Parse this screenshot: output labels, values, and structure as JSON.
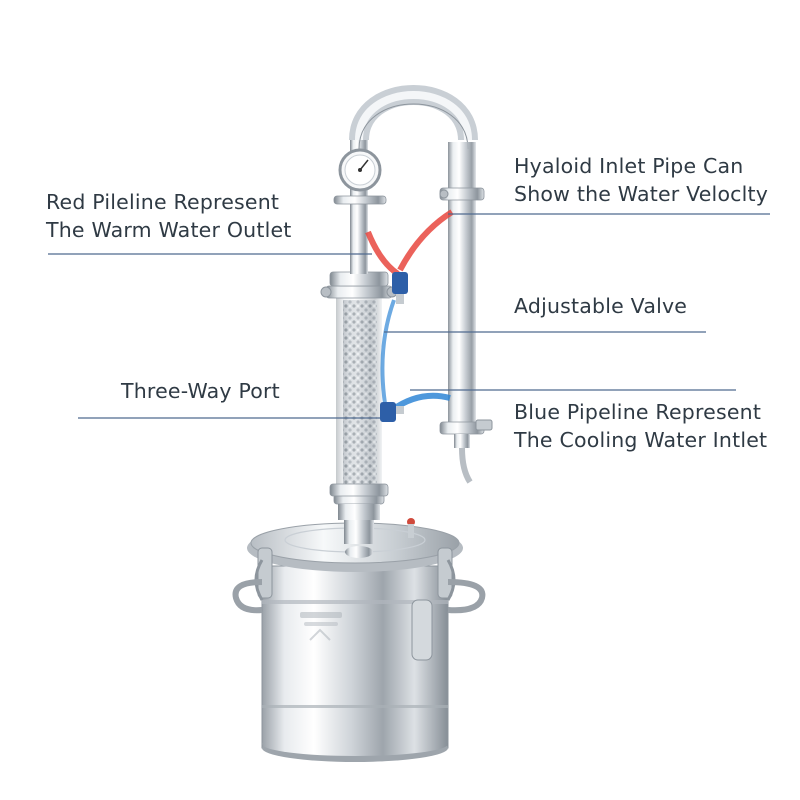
{
  "labels": {
    "red_pipeline": {
      "line1": "Red Pileline Represent",
      "line2": "The Warm Water Outlet"
    },
    "hyaloid_pipe": {
      "line1": "Hyaloid Inlet Pipe Can",
      "line2": "Show the Water Veloclty"
    },
    "adjustable_valve": {
      "text": "Adjustable Valve"
    },
    "three_way_port": {
      "text": "Three-Way Port"
    },
    "blue_pipeline": {
      "line1": "Blue Pipeline Represent",
      "line2": "The Cooling Water Intlet"
    }
  },
  "colors": {
    "leader_line": "#4f6a8f",
    "warm_tube": "#e8463e",
    "cool_tube": "#2f86d6",
    "steel_light": "#f4f6f8",
    "steel_mid": "#c9cfd5",
    "steel_dark": "#8d959d"
  }
}
